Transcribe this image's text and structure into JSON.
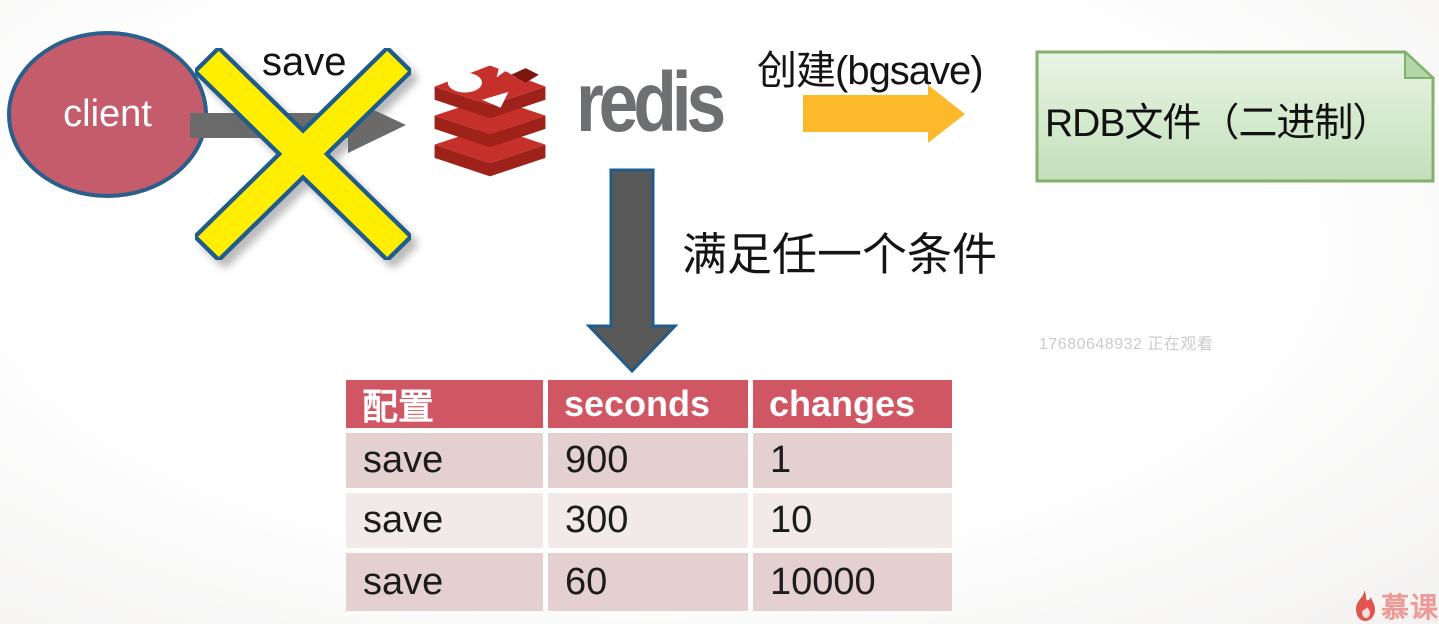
{
  "slide": {
    "client_label": "client",
    "save_label": "save",
    "redis_wordmark": "redis",
    "bgsave_arrow_label": "创建(bgsave)",
    "rdb_box_label": "RDB文件（二进制）",
    "condition_label": "满足任一个条件"
  },
  "table": {
    "headers": [
      "配置",
      "seconds",
      "changes"
    ],
    "rows": [
      [
        "save",
        "900",
        "1"
      ],
      [
        "save",
        "300",
        "10"
      ],
      [
        "save",
        "60",
        "10000"
      ]
    ]
  },
  "watermark": "17680648932 正在观看",
  "brand": {
    "name": "慕课"
  },
  "colors": {
    "client_fill": "#c45c6c",
    "shape_border_blue": "#2a5f8c",
    "cross_yellow": "#ffee00",
    "redis_red": "#c6302b",
    "redis_dark_red": "#9f221a",
    "redis_text_gray": "#6d6f71",
    "bgsave_arrow_orange": "#fcb92a",
    "rdb_box_green": "#dcedd8",
    "rdb_box_border": "#84b06d",
    "down_arrow_gray": "#595959",
    "save_arrow_gray": "#6b6b6b",
    "table_header_red": "#d15663",
    "table_row_pink": "#e4d0d1",
    "table_row_light": "#f2eaea",
    "watermark_gray": "#cbcbcb",
    "brand_red": "#e25450"
  }
}
